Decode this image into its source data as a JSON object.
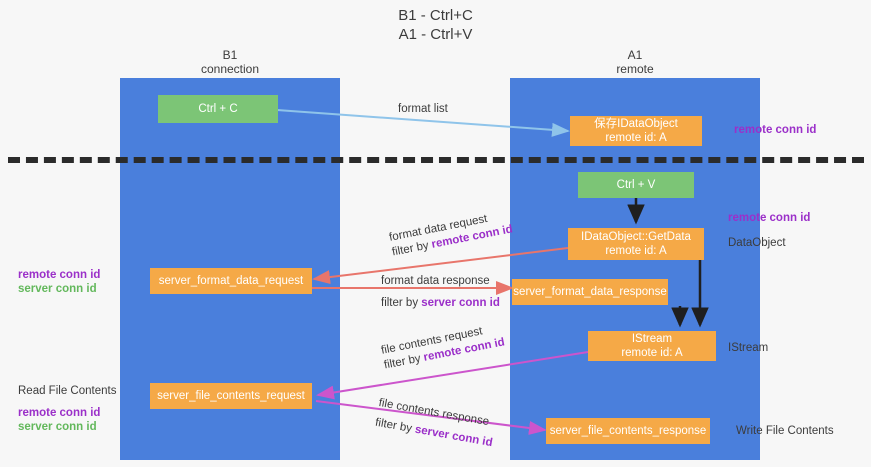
{
  "title": {
    "line1": "B1 - Ctrl+C",
    "line2": "A1 - Ctrl+V"
  },
  "lanes": {
    "left": {
      "name": "B1",
      "role": "connection"
    },
    "right": {
      "name": "A1",
      "role": "remote"
    }
  },
  "nodes": {
    "ctrl_c": {
      "label": "Ctrl + C"
    },
    "ctrl_v": {
      "label": "Ctrl + V"
    },
    "save_dataobject": {
      "line1": "保存IDataObject",
      "line2": "remote id: A"
    },
    "getdata": {
      "line1": "IDataObject::GetData",
      "line2": "remote id: A"
    },
    "istream": {
      "line1": "IStream",
      "line2": "remote id: A"
    },
    "server_format_data_request": {
      "label": "server_format_data_request"
    },
    "server_format_data_response": {
      "label": "server_format_data_response"
    },
    "server_file_contents_request": {
      "label": "server_file_contents_request"
    },
    "server_file_contents_response": {
      "label": "server_file_contents_response"
    }
  },
  "edges": {
    "format_list": {
      "label": "format list"
    },
    "format_data_request": {
      "line1": "format data request",
      "filter_prefix": "filter by ",
      "filter_key": "remote conn id"
    },
    "format_data_response": {
      "line1": "format data response",
      "filter_prefix": "filter by ",
      "filter_key": "server conn id"
    },
    "file_contents_request": {
      "line1": "file contents request",
      "filter_prefix": "filter by ",
      "filter_key": "remote conn id"
    },
    "file_contents_response": {
      "line1": "file contents response",
      "filter_prefix": "filter by ",
      "filter_key": "server conn id"
    }
  },
  "annotations": {
    "left_mid": {
      "remote": "remote conn id",
      "server": "server conn id"
    },
    "left_bottom": {
      "title": "Read File Contents",
      "remote": "remote conn id",
      "server": "server conn id"
    },
    "right_top": {
      "remote": "remote conn id"
    },
    "right_mid": {
      "remote": "remote conn id",
      "caption": "DataObject"
    },
    "right_istream": {
      "caption": "IStream"
    },
    "right_bottom": {
      "caption": "Write File Contents"
    }
  },
  "colors": {
    "lane": "#4a7fdc",
    "green_box": "#7cc576",
    "orange_box": "#f5a947",
    "purple": "#9b30c9",
    "green_text": "#63b85c",
    "arrow_blue": "#8fc4ea",
    "arrow_red": "#e8756b",
    "arrow_magenta": "#cc55cc",
    "arrow_black": "#1f1f1f",
    "background": "#f7f7f7"
  }
}
